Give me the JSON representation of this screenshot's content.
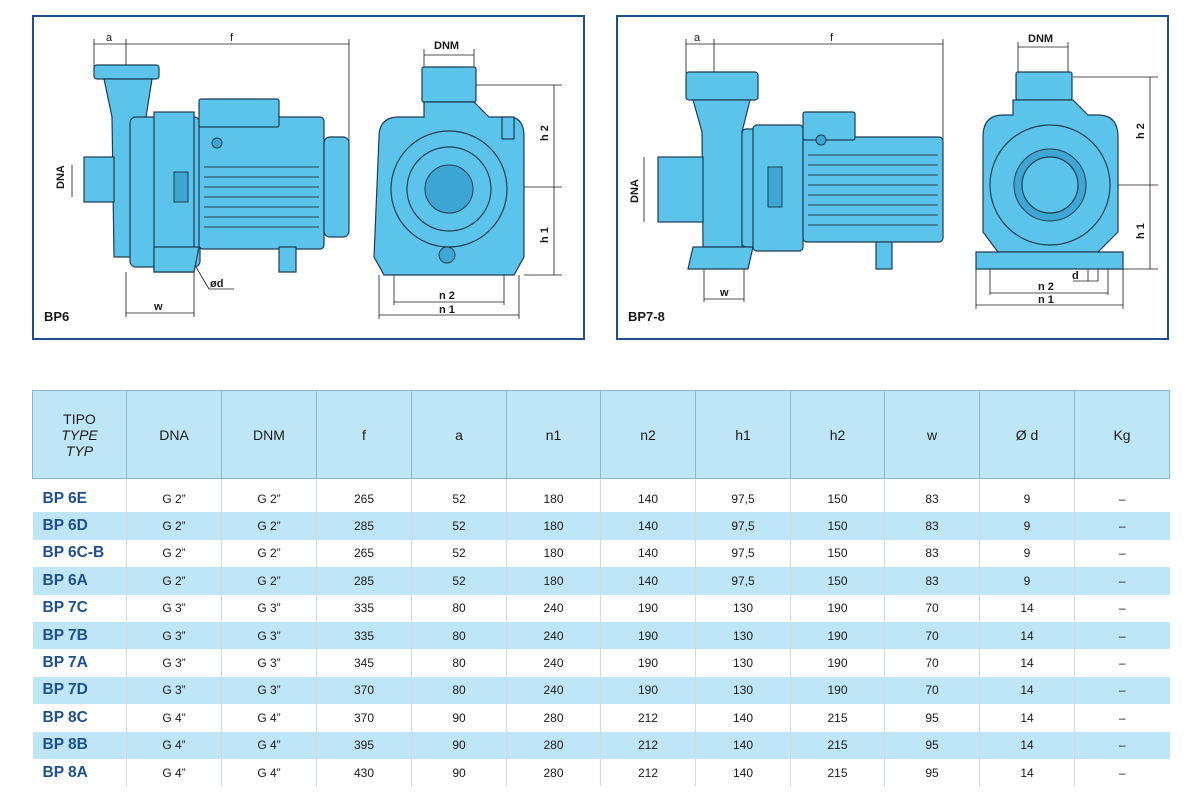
{
  "diagrams": {
    "bp6": {
      "label": "BP6",
      "dims": {
        "a": "a",
        "f": "f",
        "dnm": "DNM",
        "dna": "DNA",
        "h1": "h 1",
        "h2": "h 2",
        "w": "w",
        "d": "ød",
        "n1": "n 1",
        "n2": "n 2"
      }
    },
    "bp78": {
      "label": "BP7-8",
      "dims": {
        "a": "a",
        "f": "f",
        "dnm": "DNM",
        "dna": "DNA",
        "h1": "h 1",
        "h2": "h 2",
        "w": "w",
        "d": "d",
        "n1": "n 1",
        "n2": "n 2"
      }
    }
  },
  "table": {
    "headers": {
      "tipo": [
        "TIPO",
        "TYPE",
        "TYP"
      ],
      "cols": [
        "DNA",
        "DNM",
        "f",
        "a",
        "n1",
        "n2",
        "h1",
        "h2",
        "w",
        "Ø d",
        "Kg"
      ]
    },
    "rows": [
      [
        "BP 6E",
        "G 2”",
        "G 2”",
        "265",
        "52",
        "180",
        "140",
        "97,5",
        "150",
        "83",
        "9",
        "–"
      ],
      [
        "BP 6D",
        "G 2”",
        "G 2”",
        "285",
        "52",
        "180",
        "140",
        "97,5",
        "150",
        "83",
        "9",
        "–"
      ],
      [
        "BP 6C-B",
        "G 2”",
        "G 2”",
        "265",
        "52",
        "180",
        "140",
        "97,5",
        "150",
        "83",
        "9",
        "–"
      ],
      [
        "BP 6A",
        "G 2”",
        "G 2”",
        "285",
        "52",
        "180",
        "140",
        "97,5",
        "150",
        "83",
        "9",
        "–"
      ],
      [
        "BP 7C",
        "G 3”",
        "G 3”",
        "335",
        "80",
        "240",
        "190",
        "130",
        "190",
        "70",
        "14",
        "–"
      ],
      [
        "BP 7B",
        "G 3”",
        "G 3”",
        "335",
        "80",
        "240",
        "190",
        "130",
        "190",
        "70",
        "14",
        "–"
      ],
      [
        "BP 7A",
        "G 3”",
        "G 3”",
        "345",
        "80",
        "240",
        "190",
        "130",
        "190",
        "70",
        "14",
        "–"
      ],
      [
        "BP 7D",
        "G 3”",
        "G 3”",
        "370",
        "80",
        "240",
        "190",
        "130",
        "190",
        "70",
        "14",
        "–"
      ],
      [
        "BP 8C",
        "G 4”",
        "G 4”",
        "370",
        "90",
        "280",
        "212",
        "140",
        "215",
        "95",
        "14",
        "–"
      ],
      [
        "BP 8B",
        "G 4”",
        "G 4”",
        "395",
        "90",
        "280",
        "212",
        "140",
        "215",
        "95",
        "14",
        "–"
      ],
      [
        "BP 8A",
        "G 4”",
        "G 4”",
        "430",
        "90",
        "280",
        "212",
        "140",
        "215",
        "95",
        "14",
        "–"
      ]
    ]
  },
  "colors": {
    "pump_body": "#5cc3ea",
    "frame": "#1f4f8c",
    "row_alt": "#bfe6f7",
    "model_text": "#1f4f8c"
  }
}
